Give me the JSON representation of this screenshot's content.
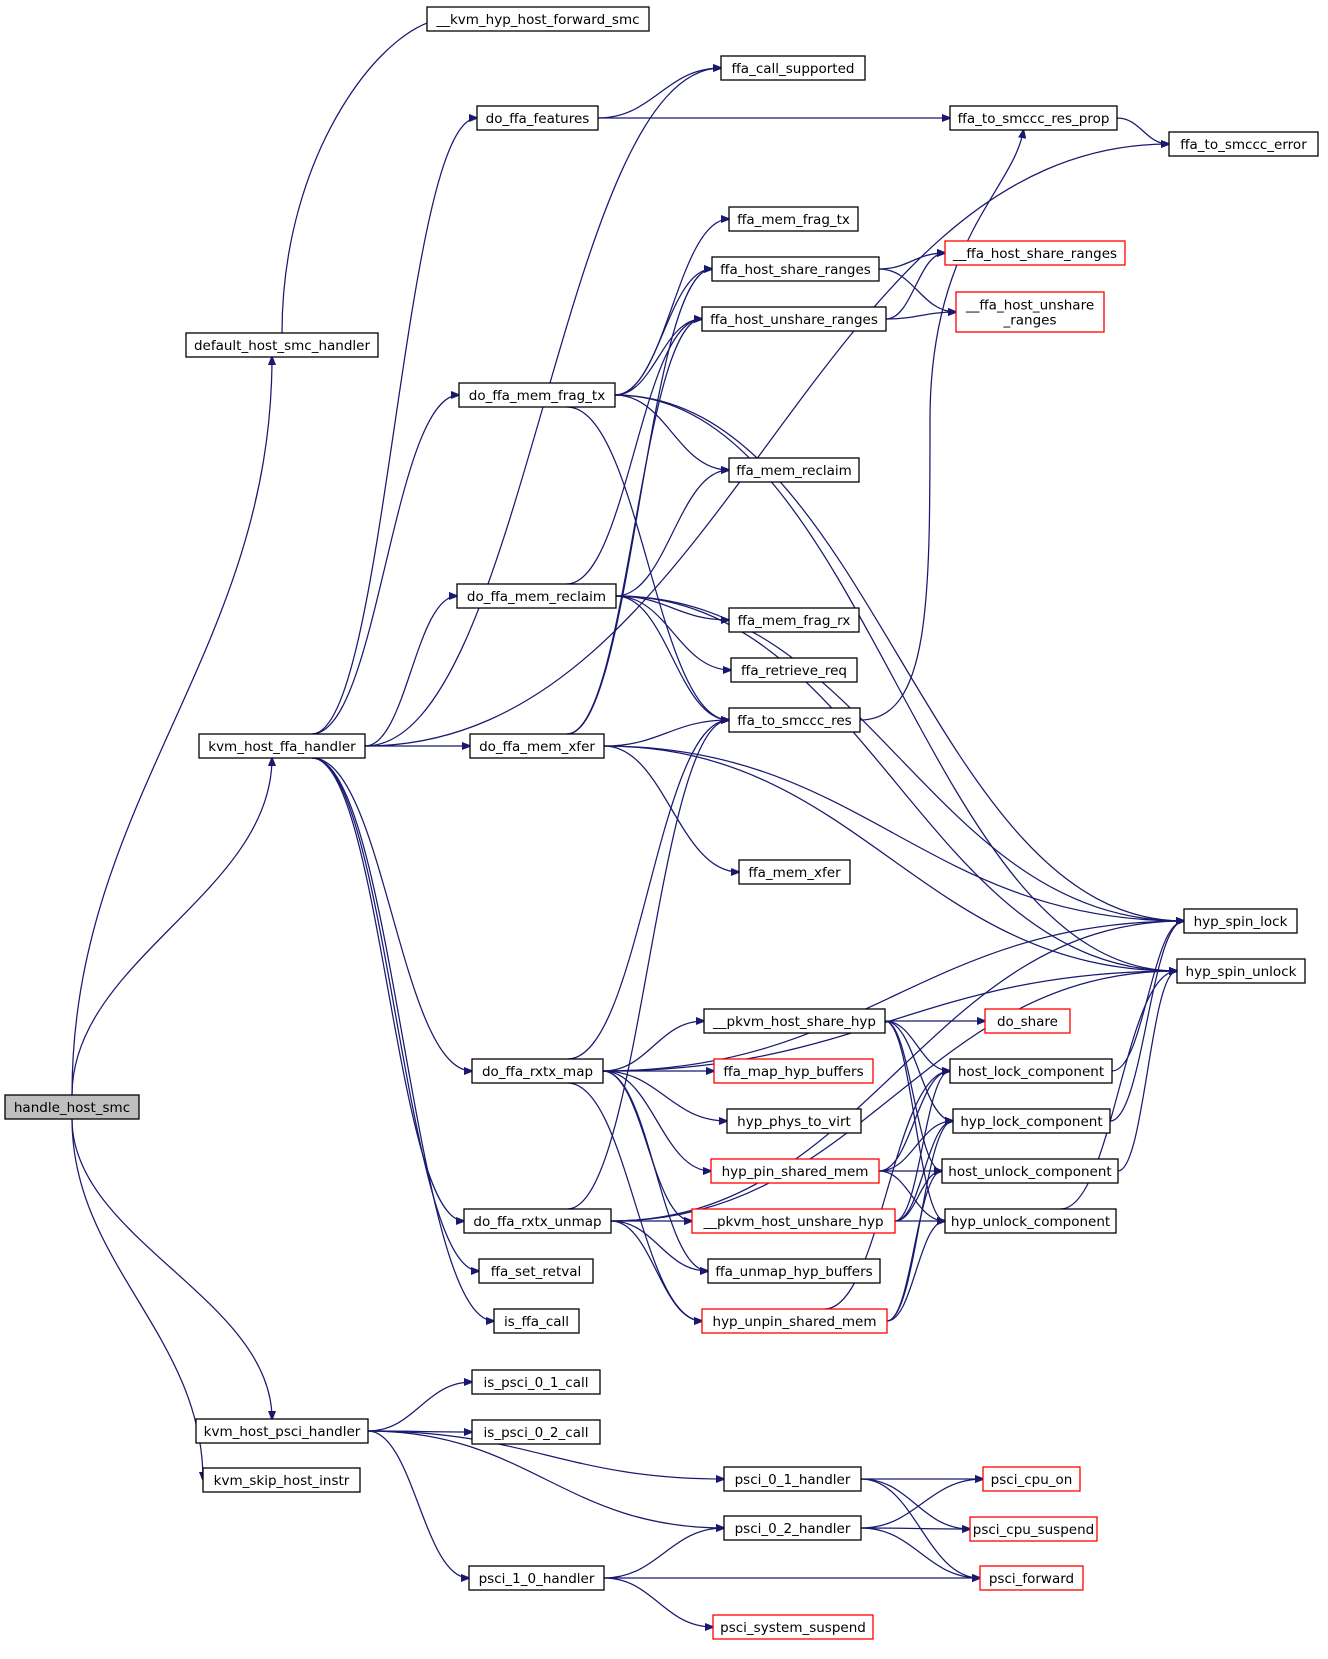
{
  "nodes": {
    "handle_host_smc": {
      "label": "handle_host_smc",
      "style": "root"
    },
    "kvm_hyp_host_forward_smc": {
      "label": "__kvm_hyp_host_forward_smc",
      "style": "normal"
    },
    "ffa_call_supported": {
      "label": "ffa_call_supported",
      "style": "normal"
    },
    "do_ffa_features": {
      "label": "do_ffa_features",
      "style": "normal"
    },
    "ffa_to_smccc_res_prop": {
      "label": "ffa_to_smccc_res_prop",
      "style": "normal"
    },
    "ffa_to_smccc_error": {
      "label": "ffa_to_smccc_error",
      "style": "normal"
    },
    "ffa_mem_frag_tx": {
      "label": "ffa_mem_frag_tx",
      "style": "normal"
    },
    "ffa_host_share_ranges": {
      "label": "ffa_host_share_ranges",
      "style": "normal"
    },
    "ffa_host_share_ranges_u": {
      "label": "__ffa_host_share_ranges",
      "style": "red"
    },
    "ffa_host_unshare_ranges": {
      "label": "ffa_host_unshare_ranges",
      "style": "normal"
    },
    "ffa_host_unshare_ranges_u": {
      "label": "__ffa_host_unshare\n_ranges",
      "style": "red"
    },
    "default_host_smc_handler": {
      "label": "default_host_smc_handler",
      "style": "normal"
    },
    "do_ffa_mem_frag_tx": {
      "label": "do_ffa_mem_frag_tx",
      "style": "normal"
    },
    "ffa_mem_reclaim": {
      "label": "ffa_mem_reclaim",
      "style": "normal"
    },
    "do_ffa_mem_reclaim": {
      "label": "do_ffa_mem_reclaim",
      "style": "normal"
    },
    "ffa_mem_frag_rx": {
      "label": "ffa_mem_frag_rx",
      "style": "normal"
    },
    "ffa_retrieve_req": {
      "label": "ffa_retrieve_req",
      "style": "normal"
    },
    "ffa_to_smccc_res": {
      "label": "ffa_to_smccc_res",
      "style": "normal"
    },
    "kvm_host_ffa_handler": {
      "label": "kvm_host_ffa_handler",
      "style": "normal"
    },
    "do_ffa_mem_xfer": {
      "label": "do_ffa_mem_xfer",
      "style": "normal"
    },
    "ffa_mem_xfer": {
      "label": "ffa_mem_xfer",
      "style": "normal"
    },
    "hyp_spin_lock": {
      "label": "hyp_spin_lock",
      "style": "normal"
    },
    "hyp_spin_unlock": {
      "label": "hyp_spin_unlock",
      "style": "normal"
    },
    "pkvm_host_share_hyp": {
      "label": "__pkvm_host_share_hyp",
      "style": "normal"
    },
    "do_share": {
      "label": "do_share",
      "style": "red"
    },
    "host_lock_component": {
      "label": "host_lock_component",
      "style": "normal"
    },
    "do_ffa_rxtx_map": {
      "label": "do_ffa_rxtx_map",
      "style": "normal"
    },
    "ffa_map_hyp_buffers": {
      "label": "ffa_map_hyp_buffers",
      "style": "red"
    },
    "hyp_lock_component": {
      "label": "hyp_lock_component",
      "style": "normal"
    },
    "hyp_phys_to_virt": {
      "label": "hyp_phys_to_virt",
      "style": "normal"
    },
    "hyp_pin_shared_mem": {
      "label": "hyp_pin_shared_mem",
      "style": "red"
    },
    "host_unlock_component": {
      "label": "host_unlock_component",
      "style": "normal"
    },
    "do_ffa_rxtx_unmap": {
      "label": "do_ffa_rxtx_unmap",
      "style": "normal"
    },
    "pkvm_host_unshare_hyp": {
      "label": "__pkvm_host_unshare_hyp",
      "style": "red"
    },
    "hyp_unlock_component": {
      "label": "hyp_unlock_component",
      "style": "normal"
    },
    "ffa_set_retval": {
      "label": "ffa_set_retval",
      "style": "normal"
    },
    "ffa_unmap_hyp_buffers": {
      "label": "ffa_unmap_hyp_buffers",
      "style": "normal"
    },
    "is_ffa_call": {
      "label": "is_ffa_call",
      "style": "normal"
    },
    "hyp_unpin_shared_mem": {
      "label": "hyp_unpin_shared_mem",
      "style": "red"
    },
    "is_psci_0_1_call": {
      "label": "is_psci_0_1_call",
      "style": "normal"
    },
    "kvm_host_psci_handler": {
      "label": "kvm_host_psci_handler",
      "style": "normal"
    },
    "is_psci_0_2_call": {
      "label": "is_psci_0_2_call",
      "style": "normal"
    },
    "kvm_skip_host_instr": {
      "label": "kvm_skip_host_instr",
      "style": "normal"
    },
    "psci_0_1_handler": {
      "label": "psci_0_1_handler",
      "style": "normal"
    },
    "psci_cpu_on": {
      "label": "psci_cpu_on",
      "style": "red"
    },
    "psci_0_2_handler": {
      "label": "psci_0_2_handler",
      "style": "normal"
    },
    "psci_cpu_suspend": {
      "label": "psci_cpu_suspend",
      "style": "red"
    },
    "psci_1_0_handler": {
      "label": "psci_1_0_handler",
      "style": "normal"
    },
    "psci_forward": {
      "label": "psci_forward",
      "style": "red"
    },
    "psci_system_suspend": {
      "label": "psci_system_suspend",
      "style": "red"
    }
  },
  "edges": [
    [
      "handle_host_smc",
      "default_host_smc_handler"
    ],
    [
      "handle_host_smc",
      "kvm_host_ffa_handler"
    ],
    [
      "handle_host_smc",
      "kvm_host_psci_handler"
    ],
    [
      "handle_host_smc",
      "kvm_skip_host_instr"
    ],
    [
      "default_host_smc_handler",
      "kvm_hyp_host_forward_smc"
    ],
    [
      "kvm_host_ffa_handler",
      "ffa_call_supported"
    ],
    [
      "kvm_host_ffa_handler",
      "do_ffa_features"
    ],
    [
      "kvm_host_ffa_handler",
      "ffa_to_smccc_error"
    ],
    [
      "kvm_host_ffa_handler",
      "do_ffa_mem_frag_tx"
    ],
    [
      "kvm_host_ffa_handler",
      "do_ffa_mem_reclaim"
    ],
    [
      "kvm_host_ffa_handler",
      "do_ffa_mem_xfer"
    ],
    [
      "kvm_host_ffa_handler",
      "do_ffa_rxtx_map"
    ],
    [
      "kvm_host_ffa_handler",
      "do_ffa_rxtx_unmap"
    ],
    [
      "kvm_host_ffa_handler",
      "ffa_set_retval"
    ],
    [
      "kvm_host_ffa_handler",
      "is_ffa_call"
    ],
    [
      "do_ffa_features",
      "ffa_call_supported"
    ],
    [
      "do_ffa_features",
      "ffa_to_smccc_res_prop"
    ],
    [
      "ffa_to_smccc_res_prop",
      "ffa_to_smccc_error"
    ],
    [
      "ffa_host_share_ranges",
      "ffa_host_share_ranges_u"
    ],
    [
      "ffa_host_share_ranges",
      "ffa_host_unshare_ranges_u"
    ],
    [
      "ffa_host_unshare_ranges",
      "ffa_host_share_ranges_u"
    ],
    [
      "ffa_host_unshare_ranges",
      "ffa_host_unshare_ranges_u"
    ],
    [
      "do_ffa_mem_frag_tx",
      "ffa_mem_frag_tx"
    ],
    [
      "do_ffa_mem_frag_tx",
      "ffa_host_share_ranges"
    ],
    [
      "do_ffa_mem_frag_tx",
      "ffa_host_unshare_ranges"
    ],
    [
      "do_ffa_mem_frag_tx",
      "ffa_mem_reclaim"
    ],
    [
      "do_ffa_mem_frag_tx",
      "ffa_to_smccc_res"
    ],
    [
      "do_ffa_mem_frag_tx",
      "hyp_spin_lock"
    ],
    [
      "do_ffa_mem_frag_tx",
      "hyp_spin_unlock"
    ],
    [
      "do_ffa_mem_reclaim",
      "ffa_host_unshare_ranges"
    ],
    [
      "do_ffa_mem_reclaim",
      "ffa_mem_reclaim"
    ],
    [
      "do_ffa_mem_reclaim",
      "ffa_mem_frag_rx"
    ],
    [
      "do_ffa_mem_reclaim",
      "ffa_retrieve_req"
    ],
    [
      "do_ffa_mem_reclaim",
      "ffa_to_smccc_res"
    ],
    [
      "do_ffa_mem_reclaim",
      "hyp_spin_lock"
    ],
    [
      "do_ffa_mem_reclaim",
      "hyp_spin_unlock"
    ],
    [
      "ffa_to_smccc_res",
      "ffa_to_smccc_res_prop"
    ],
    [
      "do_ffa_mem_xfer",
      "ffa_host_share_ranges"
    ],
    [
      "do_ffa_mem_xfer",
      "ffa_host_unshare_ranges"
    ],
    [
      "do_ffa_mem_xfer",
      "ffa_to_smccc_res"
    ],
    [
      "do_ffa_mem_xfer",
      "ffa_mem_xfer"
    ],
    [
      "do_ffa_mem_xfer",
      "hyp_spin_lock"
    ],
    [
      "do_ffa_mem_xfer",
      "hyp_spin_unlock"
    ],
    [
      "do_ffa_rxtx_map",
      "ffa_to_smccc_res"
    ],
    [
      "do_ffa_rxtx_map",
      "hyp_spin_lock"
    ],
    [
      "do_ffa_rxtx_map",
      "hyp_spin_unlock"
    ],
    [
      "do_ffa_rxtx_map",
      "pkvm_host_share_hyp"
    ],
    [
      "do_ffa_rxtx_map",
      "ffa_map_hyp_buffers"
    ],
    [
      "do_ffa_rxtx_map",
      "hyp_phys_to_virt"
    ],
    [
      "do_ffa_rxtx_map",
      "hyp_pin_shared_mem"
    ],
    [
      "do_ffa_rxtx_map",
      "pkvm_host_unshare_hyp"
    ],
    [
      "do_ffa_rxtx_map",
      "ffa_unmap_hyp_buffers"
    ],
    [
      "do_ffa_rxtx_map",
      "hyp_unpin_shared_mem"
    ],
    [
      "pkvm_host_share_hyp",
      "do_share"
    ],
    [
      "pkvm_host_share_hyp",
      "host_lock_component"
    ],
    [
      "pkvm_host_share_hyp",
      "hyp_lock_component"
    ],
    [
      "pkvm_host_share_hyp",
      "host_unlock_component"
    ],
    [
      "pkvm_host_share_hyp",
      "hyp_unlock_component"
    ],
    [
      "host_lock_component",
      "hyp_spin_lock"
    ],
    [
      "hyp_lock_component",
      "hyp_spin_lock"
    ],
    [
      "host_unlock_component",
      "hyp_spin_unlock"
    ],
    [
      "hyp_unlock_component",
      "hyp_spin_unlock"
    ],
    [
      "hyp_pin_shared_mem",
      "host_lock_component"
    ],
    [
      "hyp_pin_shared_mem",
      "hyp_lock_component"
    ],
    [
      "hyp_pin_shared_mem",
      "host_unlock_component"
    ],
    [
      "hyp_pin_shared_mem",
      "hyp_unlock_component"
    ],
    [
      "do_ffa_rxtx_unmap",
      "ffa_to_smccc_res"
    ],
    [
      "do_ffa_rxtx_unmap",
      "pkvm_host_unshare_hyp"
    ],
    [
      "do_ffa_rxtx_unmap",
      "ffa_unmap_hyp_buffers"
    ],
    [
      "do_ffa_rxtx_unmap",
      "hyp_unpin_shared_mem"
    ],
    [
      "do_ffa_rxtx_unmap",
      "hyp_spin_lock"
    ],
    [
      "do_ffa_rxtx_unmap",
      "hyp_spin_unlock"
    ],
    [
      "pkvm_host_unshare_hyp",
      "host_lock_component"
    ],
    [
      "pkvm_host_unshare_hyp",
      "hyp_lock_component"
    ],
    [
      "pkvm_host_unshare_hyp",
      "host_unlock_component"
    ],
    [
      "pkvm_host_unshare_hyp",
      "hyp_unlock_component"
    ],
    [
      "hyp_unpin_shared_mem",
      "host_lock_component"
    ],
    [
      "hyp_unpin_shared_mem",
      "hyp_lock_component"
    ],
    [
      "hyp_unpin_shared_mem",
      "host_unlock_component"
    ],
    [
      "hyp_unpin_shared_mem",
      "hyp_unlock_component"
    ],
    [
      "kvm_host_psci_handler",
      "is_psci_0_1_call"
    ],
    [
      "kvm_host_psci_handler",
      "is_psci_0_2_call"
    ],
    [
      "kvm_host_psci_handler",
      "psci_0_1_handler"
    ],
    [
      "kvm_host_psci_handler",
      "psci_0_2_handler"
    ],
    [
      "kvm_host_psci_handler",
      "psci_1_0_handler"
    ],
    [
      "psci_0_1_handler",
      "psci_cpu_on"
    ],
    [
      "psci_0_1_handler",
      "psci_cpu_suspend"
    ],
    [
      "psci_0_1_handler",
      "psci_forward"
    ],
    [
      "psci_0_2_handler",
      "psci_cpu_on"
    ],
    [
      "psci_0_2_handler",
      "psci_cpu_suspend"
    ],
    [
      "psci_0_2_handler",
      "psci_forward"
    ],
    [
      "psci_1_0_handler",
      "psci_0_2_handler"
    ],
    [
      "psci_1_0_handler",
      "psci_forward"
    ],
    [
      "psci_1_0_handler",
      "psci_system_suspend"
    ]
  ]
}
